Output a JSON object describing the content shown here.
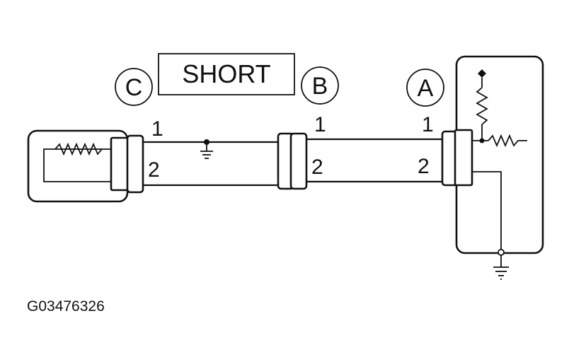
{
  "banner": {
    "text": "SHORT"
  },
  "connectors": {
    "a": {
      "letter": "A",
      "pin1": "1",
      "pin2": "2"
    },
    "b": {
      "letter": "B",
      "pin1": "1",
      "pin2": "2"
    },
    "c": {
      "letter": "C",
      "pin1": "1",
      "pin2": "2"
    }
  },
  "figure_code": "G03476326"
}
